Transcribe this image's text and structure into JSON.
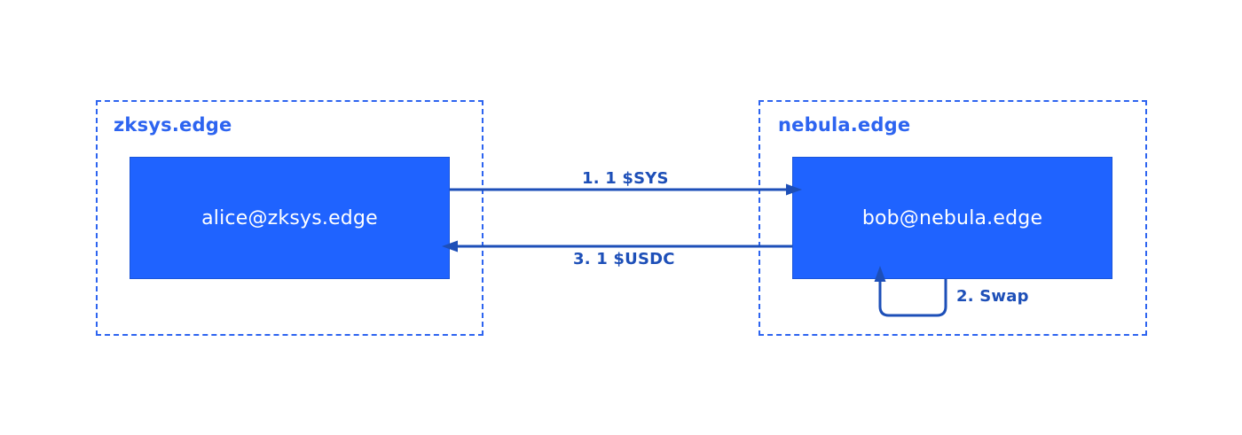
{
  "domains": [
    {
      "label": "zksys.edge",
      "node": "alice@zksys.edge"
    },
    {
      "label": "nebula.edge",
      "node": "bob@nebula.edge"
    }
  ],
  "arrows": {
    "send": "1. 1 $SYS",
    "swap": "2. Swap",
    "return": "3. 1 $USDC"
  },
  "colors": {
    "node_fill": "#1f63ff",
    "domain_border": "#2d64f0",
    "arrow": "#1d4fb8"
  }
}
